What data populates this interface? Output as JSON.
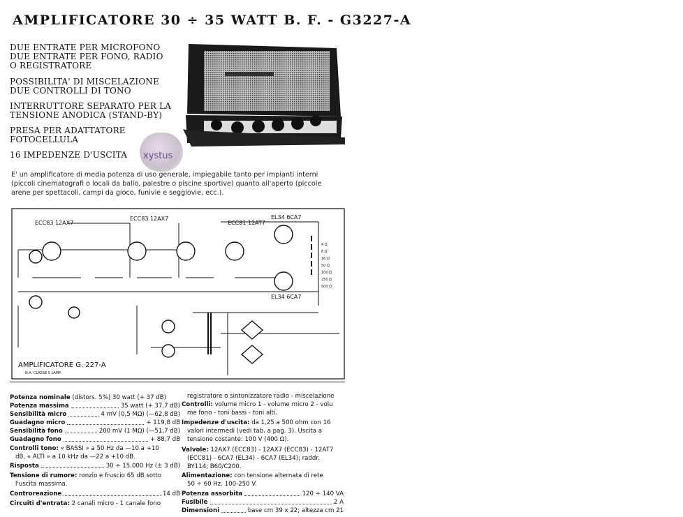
{
  "title": "AMPLIFICATORE 30 ÷ 35 WATT B. F. - G3227-A",
  "features": [
    "DUE ENTRATE PER MICROFONO",
    "DUE ENTRATE PER FONO, RADIO",
    "O REGISTRATORE",
    "POSSIBILITA' DI MISCELAZIONE",
    "DUE CONTROLLI DI TONO",
    "INTERRUTTORE SEPARATO PER LA",
    "TENSIONE ANODICA (STAND-BY)",
    "PRESA PER ADATTATORE",
    "FOTOCELLULA",
    "16 IMPEDENZE D'USCITA"
  ],
  "watermark": "xystus",
  "intro": [
    "E' un amplificatore di media potenza di uso generale, impiegabile tanto per impianti interni",
    "(piccoli cinematografi o locali da ballo, palestre o piscine sportive) quanto all'aperto (piccole",
    "arene per spettacoli, campi da gioco, funivie e seggiovie, ecc.)."
  ],
  "schematic": {
    "caption": "AMPLIFICATORE G. 227-A",
    "subcaption": "N.A. CLASSE 5 LAMP.",
    "tubes": [
      "ECC83 12AX7",
      "ECC83 12AX7",
      "ECC81 12AT7",
      "EL34 6CA7",
      "EL34 6CA7"
    ],
    "outputs": [
      "4 Ω",
      "8 Ω",
      "16 Ω",
      "50 Ω",
      "100 Ω",
      "250 Ω",
      "500 Ω"
    ]
  },
  "specs_left": [
    {
      "label": "Potenza nominale",
      "value": "(distors. 5%) 30 watt (+ 37 dB)"
    },
    {
      "label": "Potenza massima",
      "value": "35 watt (+ 37,7 dB)"
    },
    {
      "label": "Sensibilità micro",
      "value": "4 mV (0,5 MΩ) (—62,8 dB)"
    },
    {
      "label": "Guadagno micro",
      "value": "+ 119,8 dB"
    },
    {
      "label": "Sensibilità fono",
      "value": "200 mV (1 MΩ) (—51,7 dB)"
    },
    {
      "label": "Guadagno fono",
      "value": "+ 88,7 dB"
    },
    {
      "label": "Controlli tono:",
      "value": "« BASSI » a 50 Hz da —10 a +10",
      "cont": "dB, « ALTI » a 10 kHz da —22 a +10 dB."
    },
    {
      "label": "Risposta",
      "value": "30 ÷ 15.000 Hz (± 3 dB)"
    },
    {
      "label": "Tensione di rumore:",
      "value": "ronzio e fruscio 65 dB sotto",
      "cont": "l'uscita massima."
    },
    {
      "label": "Controreazione",
      "value": "14 dB"
    },
    {
      "label": "Circuiti d'entrata:",
      "value": "2 canali micro - 1 canale fono"
    }
  ],
  "specs_right": [
    {
      "label": "",
      "value": "registratore o sintonizzatore radio - miscelazione"
    },
    {
      "label": "Controlli:",
      "value": "volume micro 1 - volume micro 2 - volu",
      "cont": "me fono - toni bassi - toni alti."
    },
    {
      "label": "Impedenze d'uscita:",
      "value": "da 1,25 a 500 ohm con 16",
      "cont": "valori intermedi (vedi tab. a pag. 3). Uscita a",
      "cont2": "tensione costante: 100 V (400 Ω)."
    },
    {
      "label": "Valvole:",
      "value": "12AX7 (ECC83) - 12AX7 (ECC83) - 12AT7",
      "cont": "(ECC81) - 6CA7 (EL34) - 6CA7 (EL34); raddr.",
      "cont2": "BY114; B60/C200."
    },
    {
      "label": "Alimentazione:",
      "value": "con tensione alternata di rete",
      "cont": "50 ÷ 60 Hz. 100-250 V."
    },
    {
      "label": "Potenza assorbita",
      "value": "120 ÷ 140 VA"
    },
    {
      "label": "Fusibile",
      "value": "2 A"
    },
    {
      "label": "Dimensioni",
      "value": "base cm 39 x 22; altezza cm 21"
    }
  ]
}
